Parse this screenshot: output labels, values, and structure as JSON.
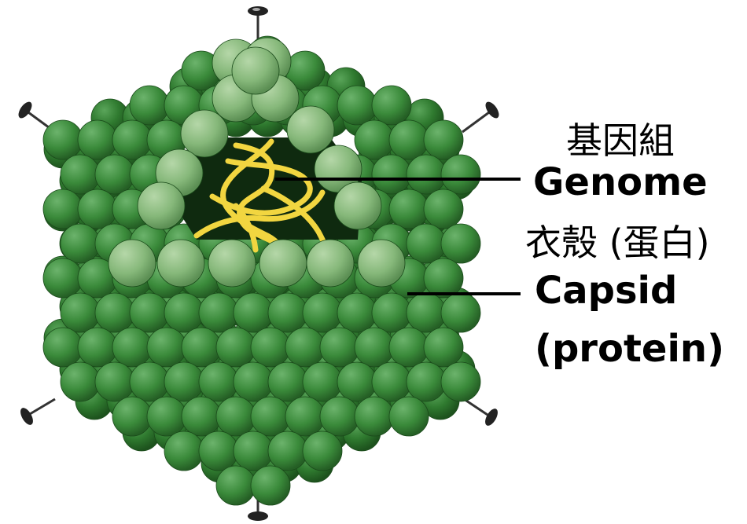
{
  "labels": {
    "genome_zh": "基因組",
    "genome_en": "Genome",
    "capsid_zh": "衣殼 (蛋白)",
    "capsid_en": "Capsid",
    "capsid_en2": "(protein)"
  },
  "colors": {
    "capsomere_dark": "#2f7a2f",
    "capsomere_mid": "#3f8f3f",
    "capsomere_light": "#8fbf7f",
    "genome": "#f2d640",
    "interior": "#0f2a0f",
    "spike": "#333333"
  }
}
